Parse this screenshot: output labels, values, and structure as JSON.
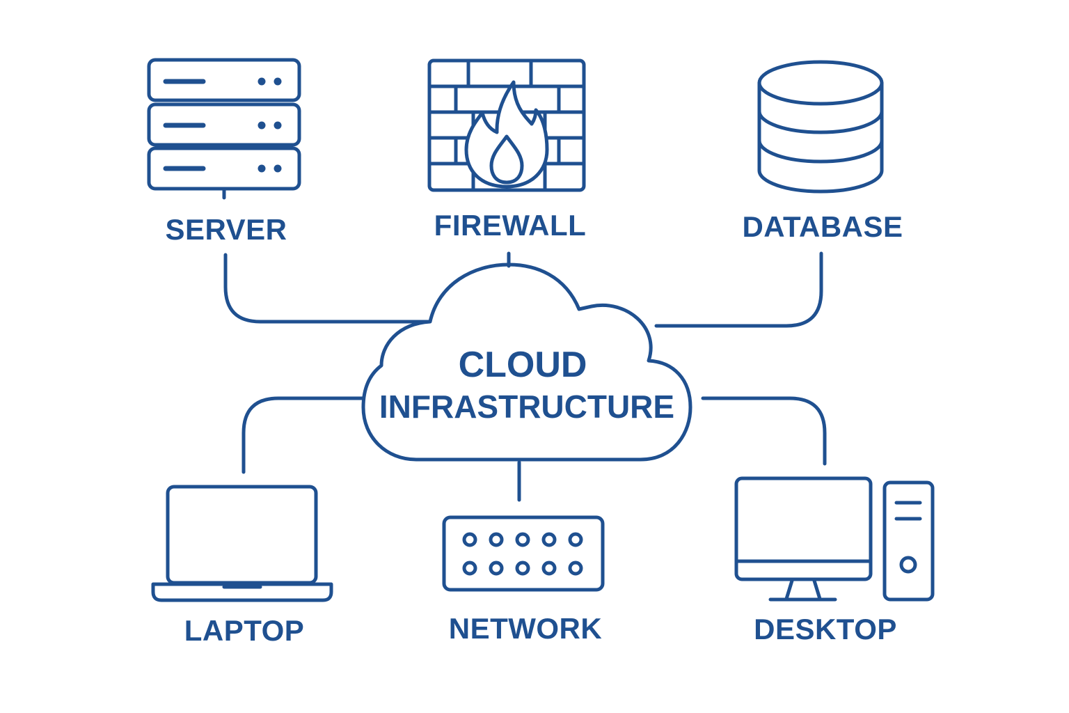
{
  "colors": {
    "primary": "#1f5090",
    "background": "#ffffff"
  },
  "center": {
    "icon": "cloud-icon",
    "title_line1": "CLOUD",
    "title_line2": "INFRASTRUCTURE"
  },
  "nodes": [
    {
      "id": "server",
      "icon": "server-icon",
      "label": "SERVER"
    },
    {
      "id": "firewall",
      "icon": "firewall-icon",
      "label": "FIREWALL"
    },
    {
      "id": "database",
      "icon": "database-icon",
      "label": "DATABASE"
    },
    {
      "id": "laptop",
      "icon": "laptop-icon",
      "label": "LAPTOP"
    },
    {
      "id": "network",
      "icon": "network-switch-icon",
      "label": "NETWORK"
    },
    {
      "id": "desktop",
      "icon": "desktop-computer-icon",
      "label": "DESKTOP"
    }
  ]
}
